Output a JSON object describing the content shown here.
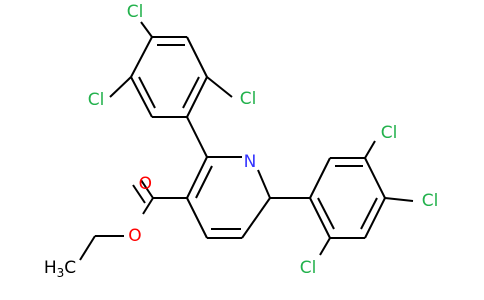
{
  "molecule": {
    "atom_labels": {
      "n1": "N",
      "o_carbonyl": "O",
      "o_ether": "O",
      "cl_top": "Cl",
      "cl_left": "Cl",
      "cl_ortho_a": "Cl",
      "cl_top_right": "Cl",
      "cl_right": "Cl",
      "cl_ortho_b": "Cl",
      "methyl_h": "H",
      "methyl_sub": "3",
      "methyl_c": "C"
    },
    "colors": {
      "bond": "#000000",
      "carbon_text": "#000000",
      "nitrogen": "#3333ff",
      "oxygen": "#ff0000",
      "chlorine": "#22b14c"
    }
  }
}
